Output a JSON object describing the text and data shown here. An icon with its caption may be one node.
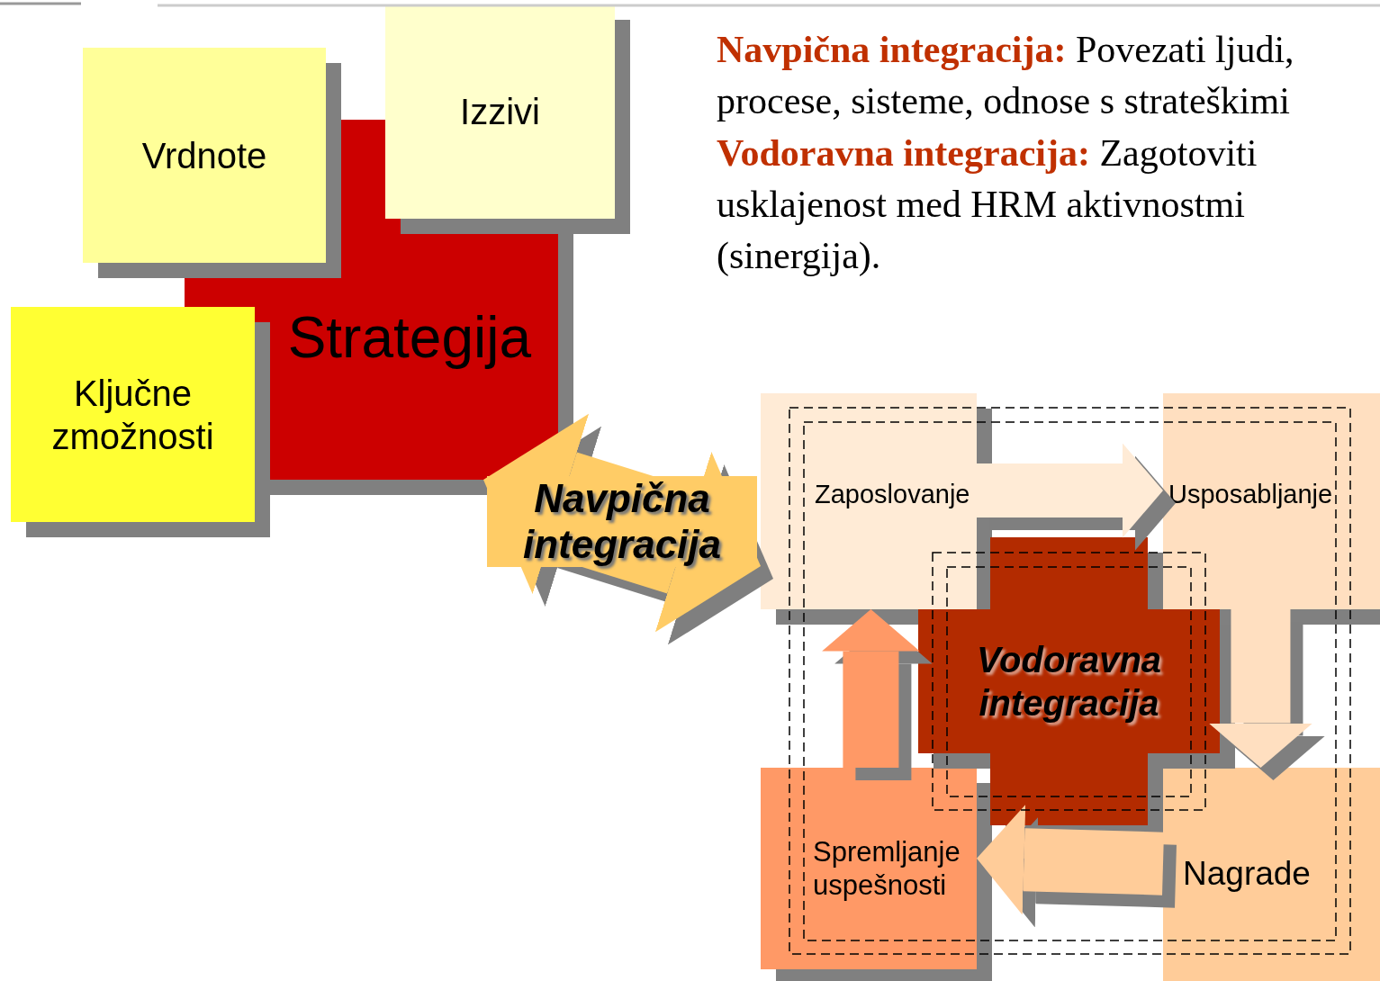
{
  "diagram": {
    "nodes": [
      {
        "text": [
          "Strategija"
        ]
      },
      {
        "text": [
          "Vrdnote"
        ]
      },
      {
        "text": [
          "Izzivi"
        ]
      },
      {
        "text": [
          "Ključne zmožnosti"
        ]
      },
      {
        "text": [
          "Zaposlovanje"
        ]
      },
      {
        "text": [
          "Usposabljanje"
        ]
      },
      {
        "text": [
          "Nagrade"
        ]
      },
      {
        "text": [
          "Spremljanje uspešnosti"
        ]
      },
      {
        "text": [
          "Vodoravna integracija"
        ]
      }
    ],
    "edges": [
      {
        "from": 0,
        "to": 4,
        "arrow": "both",
        "label": "Navpična integracija",
        "style": "thick",
        "color": "#ffcc66"
      },
      {
        "from": 4,
        "to": 5,
        "arrow": "to",
        "color": "#ffebd6"
      },
      {
        "from": 5,
        "to": 6,
        "arrow": "to",
        "color": "#ffdfc0"
      },
      {
        "from": 6,
        "to": 7,
        "arrow": "to",
        "color": "#ffcc99"
      },
      {
        "from": 7,
        "to": 4,
        "arrow": "to",
        "color": "#ff9966"
      }
    ],
    "labels": [
      "**Navpična integracija:** Povezati ljudi, procese, sisteme, odnose s strateškimi",
      "**Vodoravna integracija:** Zagotoviti usklajenost med HRM aktivnostmi (sinergija)."
    ]
  }
}
